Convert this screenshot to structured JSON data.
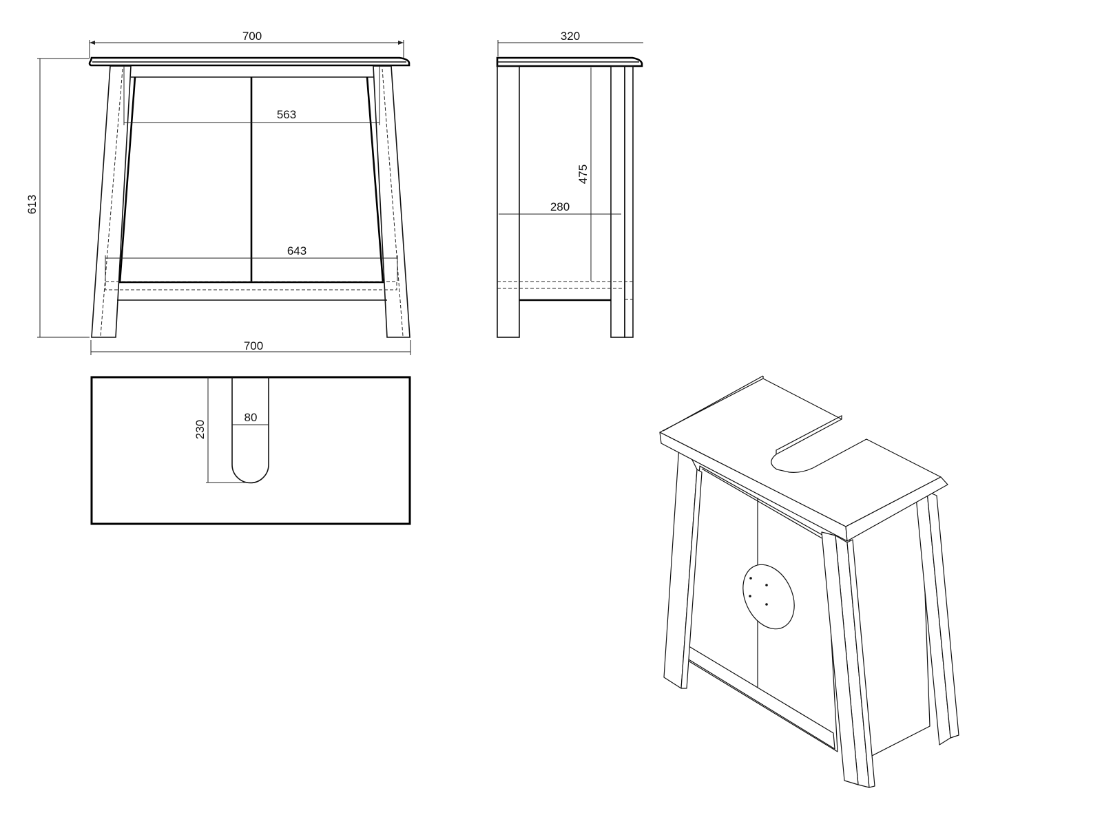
{
  "drawing": {
    "subject": "Under-sink bathroom vanity cabinet with two doors and U-cutout top",
    "units": "mm",
    "views": {
      "front": {
        "top_width": "700",
        "overall_height": "613",
        "inner_top_width": "563",
        "inner_bottom_width": "643",
        "base_width": "700"
      },
      "side": {
        "depth": "320",
        "inner_height": "475",
        "inner_depth": "280"
      },
      "top": {
        "cutout_depth": "230",
        "cutout_width": "80"
      },
      "isometric": {
        "label": ""
      }
    }
  }
}
